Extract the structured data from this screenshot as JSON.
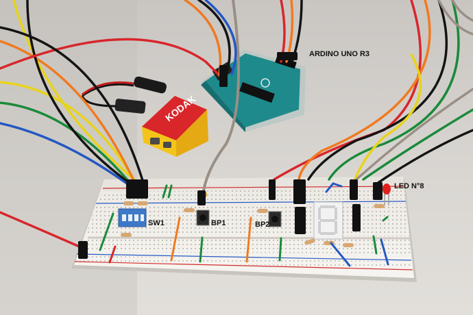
{
  "labels": {
    "arduino": "ARDINO UNO R3",
    "led": "LED N°8",
    "sw1": "SW1",
    "bp1": "BP1",
    "bp2": "BP2"
  },
  "battery_brand": "KODAK",
  "colors": {
    "breadboard": "#f1efea",
    "arduino_board": "#1e8a8c",
    "battery_yellow": "#f3c41a",
    "battery_red": "#d8262b",
    "dip_switch": "#3e78c8",
    "led_red": "#e0201c"
  },
  "icons": [
    "breadboard",
    "arduino-board",
    "battery",
    "dip-switch",
    "push-button",
    "seven-segment-display",
    "led",
    "jumper-wires"
  ]
}
